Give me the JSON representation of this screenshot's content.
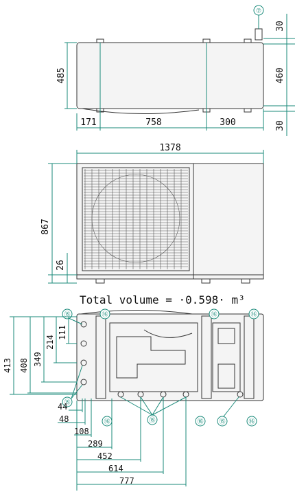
{
  "top_view": {
    "width_label": "485",
    "segments": [
      "171",
      "758",
      "300"
    ],
    "right_dims": [
      "30",
      "460",
      "30"
    ],
    "callout": "⑦"
  },
  "front_view": {
    "overall_width": "1378",
    "height": "867",
    "base_height": "26",
    "volume_text": "Total volume = ·0.598· m³"
  },
  "bottom_view": {
    "left_dims": [
      "413",
      "408",
      "349",
      "214",
      "111"
    ],
    "bottom_dims": [
      "44",
      "48",
      "108",
      "289",
      "452",
      "614",
      "777"
    ],
    "callout_15": "⑮",
    "callout_16": "⑯"
  },
  "colors": {
    "dimension": "#1a8a7a",
    "outline": "#333333"
  }
}
